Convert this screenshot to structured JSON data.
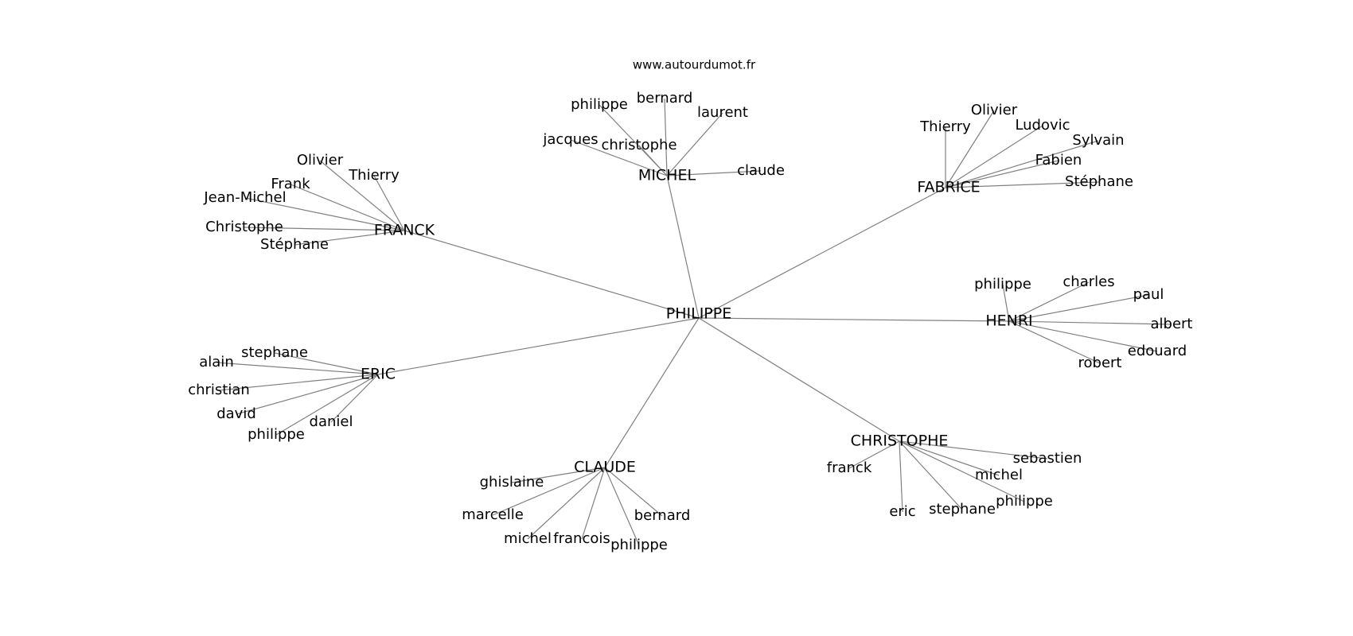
{
  "title": "www.autourdumot.fr",
  "center": "PHILIPPE",
  "clusters": [
    {
      "name": "MICHEL",
      "children": [
        "philippe",
        "bernard",
        "laurent",
        "jacques",
        "christophe",
        "claude"
      ]
    },
    {
      "name": "FABRICE",
      "children": [
        "Thierry",
        "Olivier",
        "Ludovic",
        "Sylvain",
        "Fabien",
        "Stéphane"
      ]
    },
    {
      "name": "FRANCK",
      "children": [
        "Olivier",
        "Thierry",
        "Frank",
        "Jean-Michel",
        "Christophe",
        "Stéphane"
      ]
    },
    {
      "name": "HENRI",
      "children": [
        "philippe",
        "charles",
        "paul",
        "albert",
        "edouard",
        "robert"
      ]
    },
    {
      "name": "ERIC",
      "children": [
        "stephane",
        "alain",
        "christian",
        "david",
        "philippe",
        "daniel"
      ]
    },
    {
      "name": "CLAUDE",
      "children": [
        "ghislaine",
        "marcelle",
        "michel",
        "francois",
        "philippe",
        "bernard"
      ]
    },
    {
      "name": "CHRISTOPHE",
      "children": [
        "franck",
        "sebastien",
        "michel",
        "philippe",
        "stephane",
        "eric"
      ]
    }
  ]
}
